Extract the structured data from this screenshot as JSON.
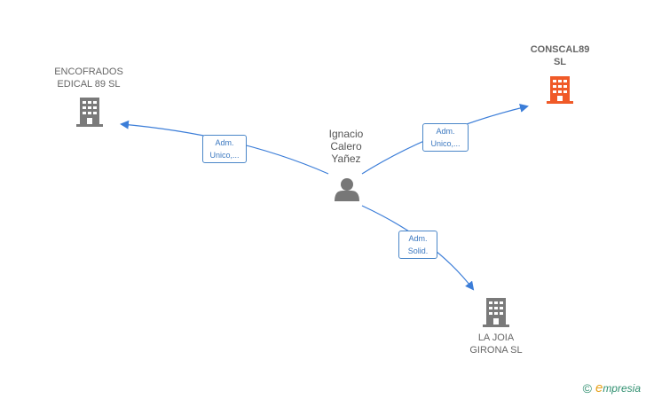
{
  "colors": {
    "edge": "#3b7dd8",
    "building_gray": "#7a7a7a",
    "building_accent": "#f05a28",
    "person": "#777777"
  },
  "nodes": {
    "person": {
      "label": "Ignacio\nCalero\nYañez",
      "icon": "person-icon"
    },
    "encofrados": {
      "label": "ENCOFRADOS\nEDICAL 89 SL",
      "icon": "building-icon"
    },
    "conscal": {
      "label": "CONSCAL89\nSL",
      "icon": "building-icon"
    },
    "lajoia": {
      "label": "LA JOIA\nGIRONA  SL",
      "icon": "building-icon"
    }
  },
  "edges": {
    "to_encofrados": {
      "label": "Adm.\nUnico,..."
    },
    "to_conscal": {
      "label": "Adm.\nUnico,..."
    },
    "to_lajoia": {
      "label": "Adm.\nSolid."
    }
  },
  "brand": {
    "copyright": "©",
    "name": "mpresia",
    "initial": "e"
  }
}
